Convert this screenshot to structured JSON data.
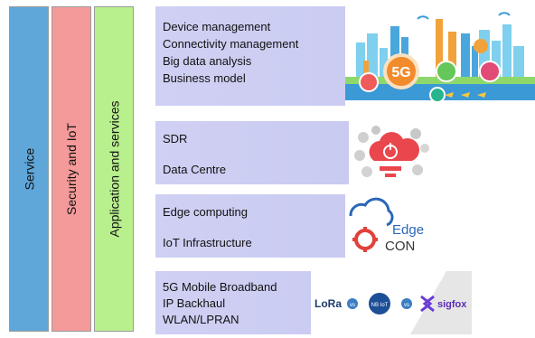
{
  "pillars": {
    "service": "Service",
    "security": "Security and IoT",
    "applications": "Application and services"
  },
  "layers": {
    "management": {
      "lines": [
        "Device management",
        "Connectivity management",
        "Big data analysis",
        "Business model"
      ],
      "badge": "5G"
    },
    "cloud": {
      "lines": [
        "SDR",
        "Data Centre"
      ]
    },
    "edge": {
      "lines": [
        "Edge computing",
        "IoT Infrastructure"
      ],
      "logo_top": "Edge",
      "logo_bottom": "CON"
    },
    "network": {
      "lines": [
        "5G Mobile Broadband",
        "IP Backhaul",
        "WLAN/LPRAN"
      ],
      "logos": [
        "LoRa",
        "sigfox"
      ],
      "vs_label": "vs",
      "center_label": "NB IoT"
    }
  }
}
